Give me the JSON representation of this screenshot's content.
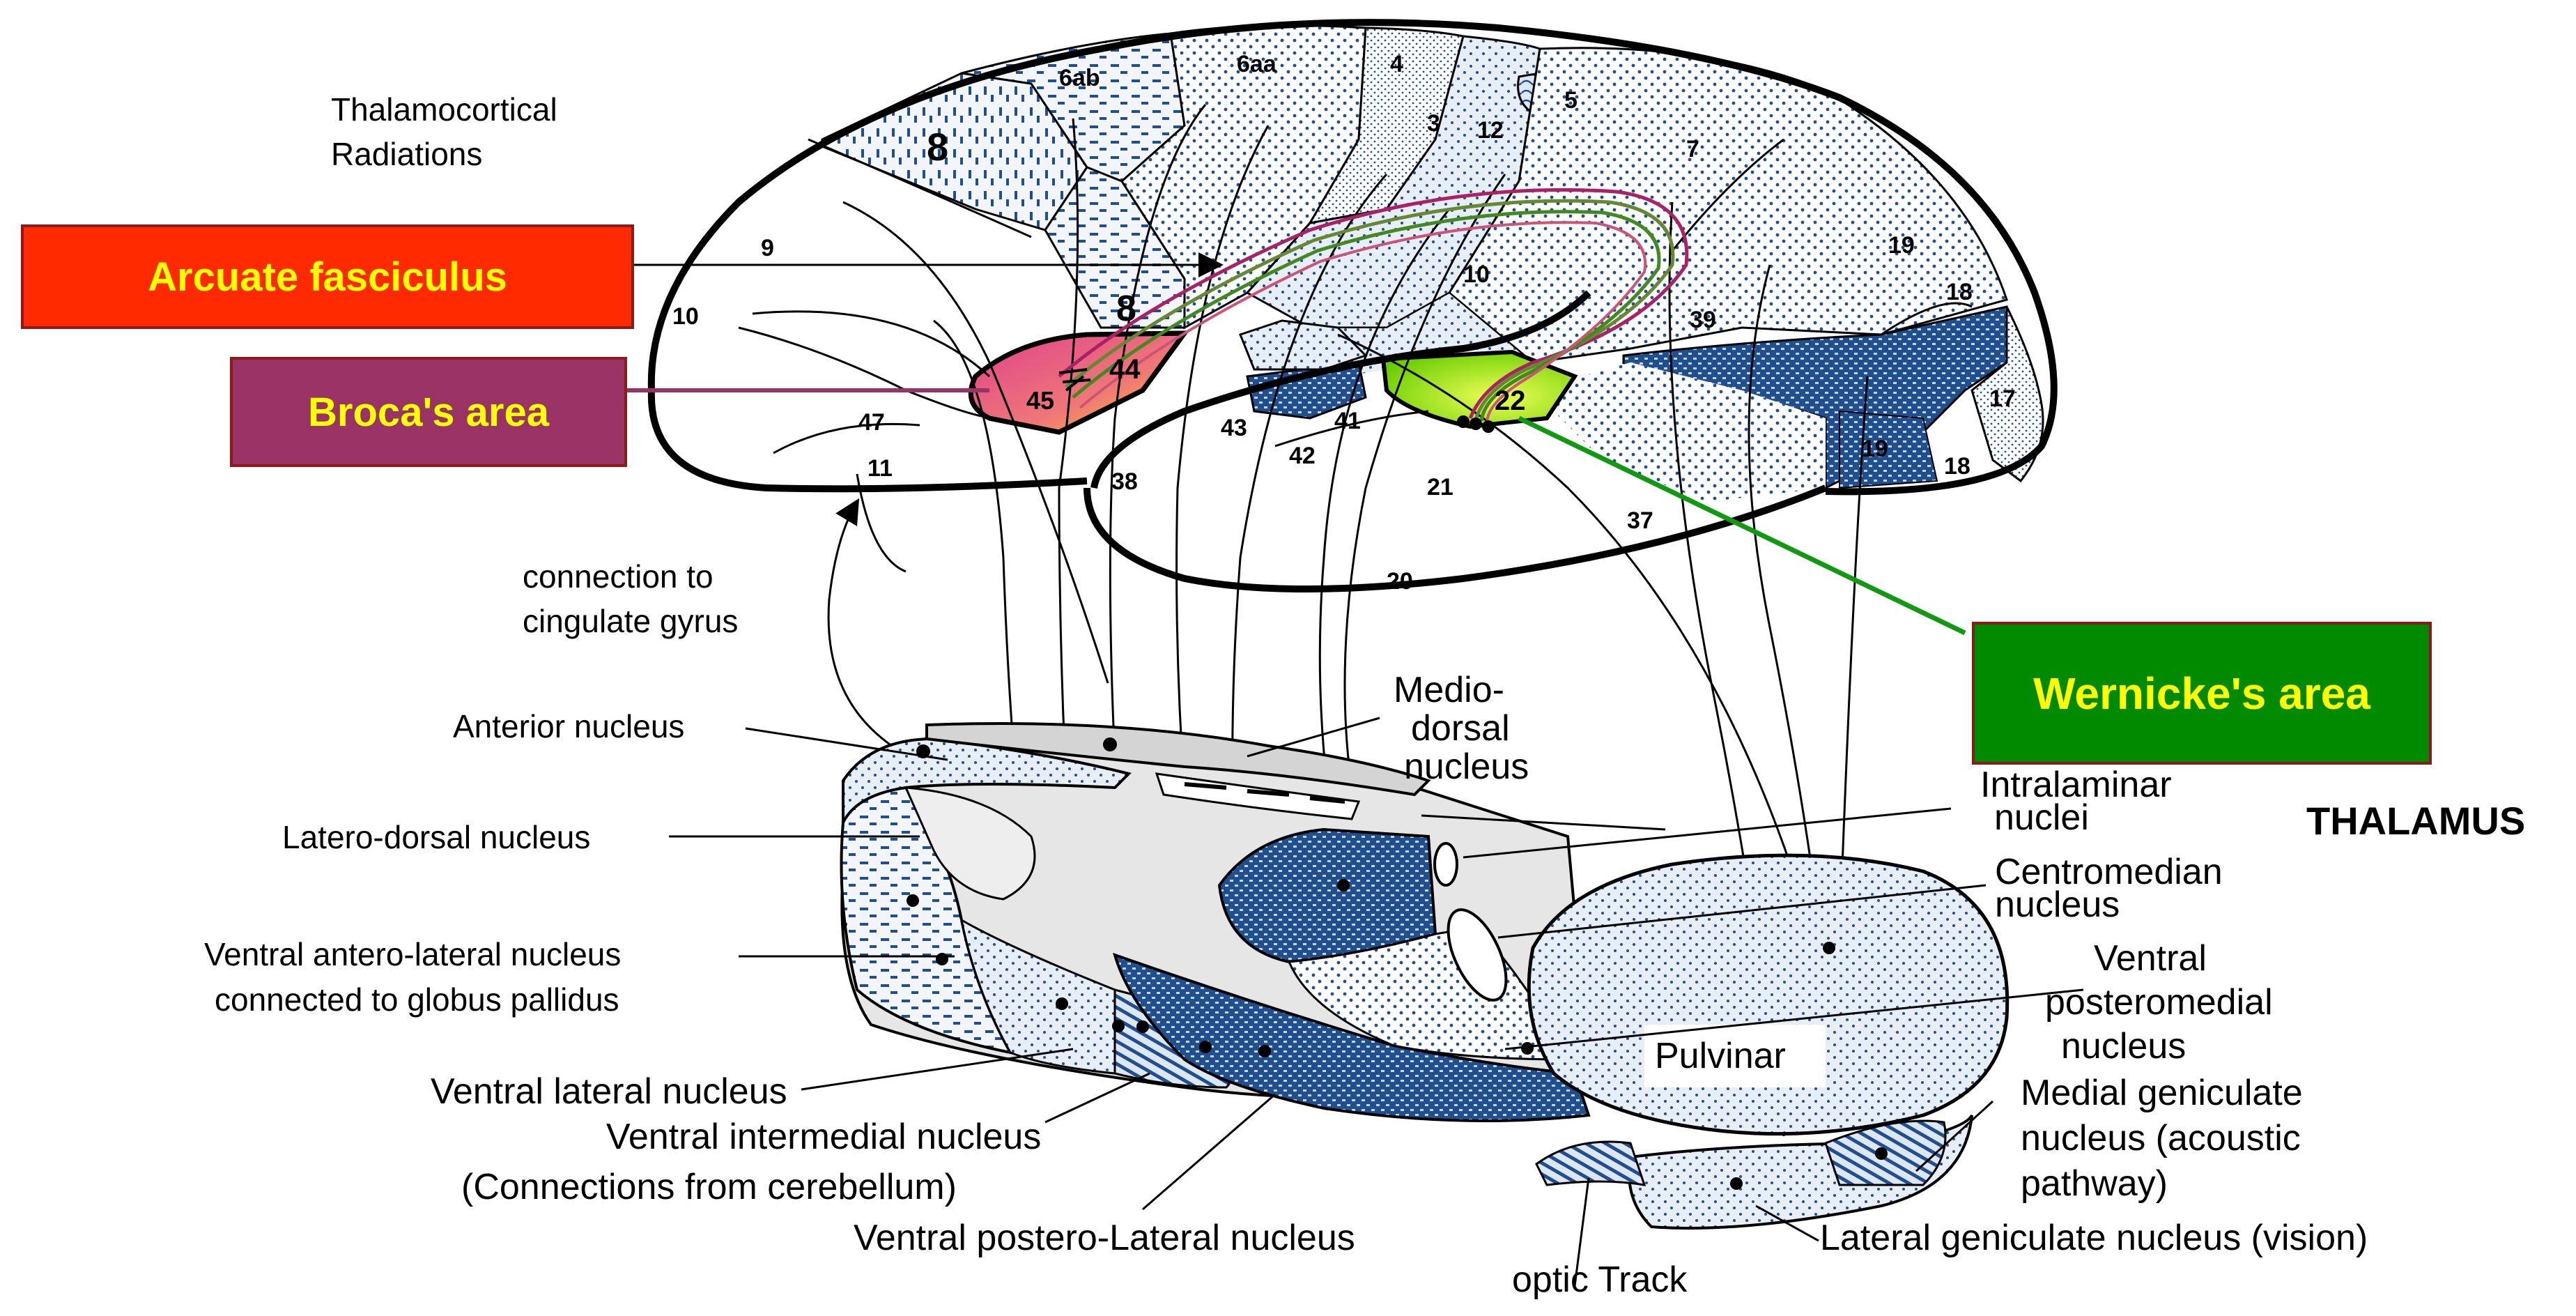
{
  "labels": {
    "thalamocortical": [
      "Thalamocortical",
      "Radiations"
    ],
    "cingulate": [
      "connection to",
      "cingulate gyrus"
    ],
    "anterior_nucleus": "Anterior nucleus",
    "latero_dorsal": "Latero-dorsal nucleus",
    "ventral_antero_lateral": [
      "Ventral antero-lateral nucleus",
      "connected to globus pallidus"
    ],
    "ventral_lateral": "Ventral lateral nucleus",
    "ventral_intermedial": [
      "Ventral intermedial nucleus",
      "(Connections from cerebellum)"
    ],
    "ventral_postero_lateral": "Ventral postero-Lateral nucleus",
    "optic_track": "optic Track",
    "lateral_geniculate": "Lateral geniculate nucleus (vision)",
    "medial_geniculate": [
      "Medial geniculate",
      "nucleus (acoustic",
      "pathway)"
    ],
    "ventral_posteromedial": [
      "Ventral",
      "posteromedial",
      "nucleus"
    ],
    "centromedian": [
      "Centromedian",
      "nucleus"
    ],
    "intralaminar": [
      "Intralaminar",
      "nuclei"
    ],
    "thalamus": "THALAMUS",
    "mediodorsal": [
      "Medio-",
      "dorsal",
      "nucleus"
    ],
    "pulvinar": "Pulvinar"
  },
  "boxes": {
    "arcuate": "Arcuate fasciculus",
    "broca": "Broca's area",
    "wernicke": "Wernicke's area"
  },
  "area_numbers": {
    "a6ab": "6ab",
    "a6aa": "6aa",
    "a4": "4",
    "a5": "5",
    "a7": "7",
    "a3": "3",
    "a12": "12",
    "a8_top": "8",
    "a8_low": "8",
    "a9": "9",
    "a10_front": "10",
    "a10_mid": "10",
    "a44": "44",
    "a45": "45",
    "a47": "47",
    "a11": "11",
    "a38": "38",
    "a43": "43",
    "a42": "42",
    "a41": "41",
    "a22": "22",
    "a21": "21",
    "a20": "20",
    "a37": "37",
    "a39": "39",
    "a19_top": "19",
    "a18_top": "18",
    "a17": "17",
    "a19_low": "19",
    "a18_low": "18"
  },
  "colors": {
    "arcuate_box": "#ff2a00",
    "broca_box": "#993366",
    "wernicke_box": "#008a00",
    "box_text": "#ffff00",
    "pattern_blue": "#1f4f8f",
    "broca_region": "#e04090",
    "wernicke_region": "#99ee22",
    "thalamus_fill": "#e6e6e6"
  }
}
